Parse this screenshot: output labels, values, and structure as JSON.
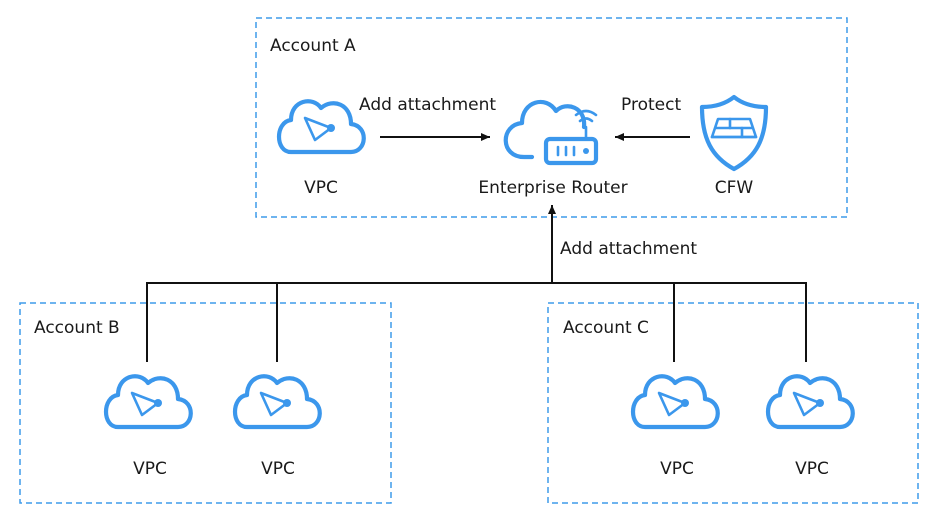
{
  "accounts": {
    "a": {
      "title": "Account A"
    },
    "b": {
      "title": "Account B"
    },
    "c": {
      "title": "Account C"
    }
  },
  "nodes": {
    "vpc_a": {
      "label": "VPC"
    },
    "router": {
      "label": "Enterprise Router"
    },
    "cfw": {
      "label": "CFW"
    },
    "vpc_b1": {
      "label": "VPC"
    },
    "vpc_b2": {
      "label": "VPC"
    },
    "vpc_c1": {
      "label": "VPC"
    },
    "vpc_c2": {
      "label": "VPC"
    }
  },
  "edges": {
    "vpc_to_router": {
      "label": "Add attachment"
    },
    "cfw_to_router": {
      "label": "Protect"
    },
    "tree_to_router": {
      "label": "Add attachment"
    }
  },
  "colors": {
    "accent": "#3b97ec",
    "border": "#3f9bea",
    "line": "#111111"
  },
  "icons": {
    "vpc": "vpc-cloud-icon",
    "router": "router-cloud-icon",
    "cfw": "firewall-shield-icon"
  }
}
